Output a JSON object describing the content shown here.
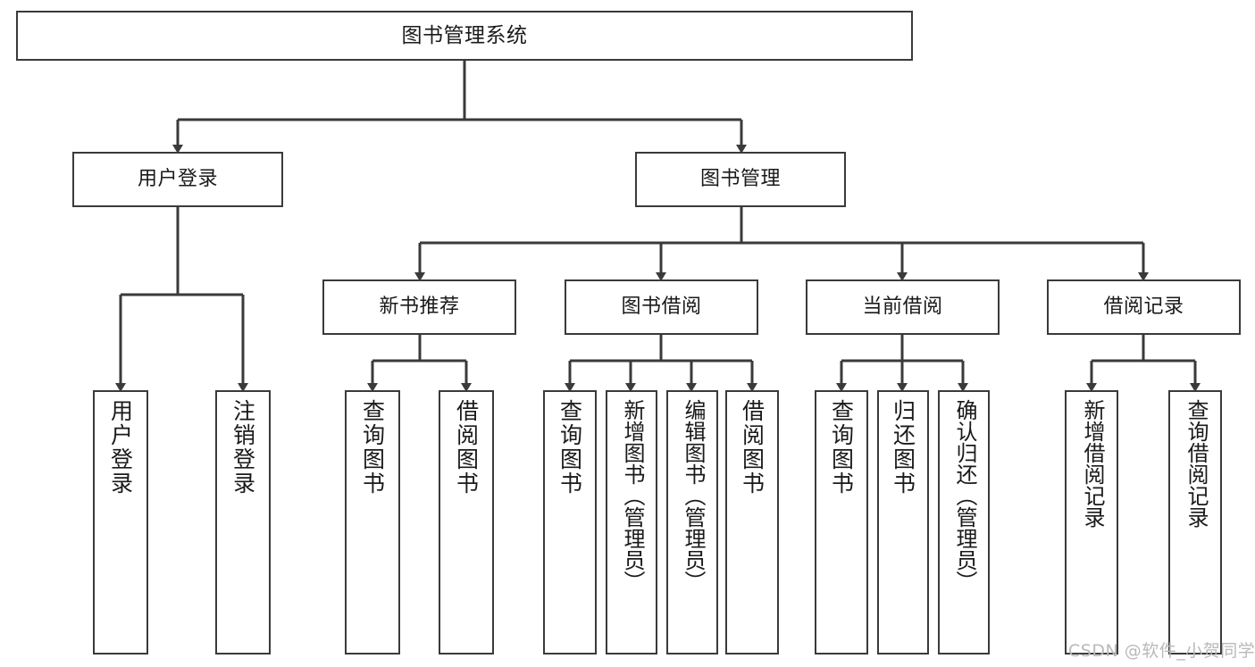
{
  "diagram": {
    "title": "图书管理系统",
    "type": "tree",
    "colors": {
      "node_border": "#3a3a3a",
      "node_fill": "#ffffff",
      "edge": "#3a3a3a",
      "background": "#ffffff",
      "watermark": "#b9b9b9"
    },
    "nodes": {
      "root": {
        "label": "图书管理系统"
      },
      "level1": [
        {
          "id": "user-login",
          "label": "用户登录"
        },
        {
          "id": "book-management",
          "label": "图书管理"
        }
      ],
      "level2": [
        {
          "id": "new-book-recommend",
          "label": "新书推荐"
        },
        {
          "id": "book-borrow",
          "label": "图书借阅"
        },
        {
          "id": "current-borrow",
          "label": "当前借阅"
        },
        {
          "id": "borrow-record",
          "label": "借阅记录"
        }
      ],
      "leaves": {
        "user-login": [
          {
            "id": "leaf-user-login",
            "label": "用户登录"
          },
          {
            "id": "leaf-logout",
            "label": "注销登录"
          }
        ],
        "new-book-recommend": [
          {
            "id": "leaf-query-book-1",
            "label": "查询图书"
          },
          {
            "id": "leaf-borrow-book-1",
            "label": "借阅图书"
          }
        ],
        "book-borrow": [
          {
            "id": "leaf-query-book-2",
            "label": "查询图书"
          },
          {
            "id": "leaf-add-book",
            "label": "新增图书（管理员）"
          },
          {
            "id": "leaf-edit-book",
            "label": "编辑图书（管理员）"
          },
          {
            "id": "leaf-borrow-book-2",
            "label": "借阅图书"
          }
        ],
        "current-borrow": [
          {
            "id": "leaf-query-book-3",
            "label": "查询图书"
          },
          {
            "id": "leaf-return-book",
            "label": "归还图书"
          },
          {
            "id": "leaf-confirm-return",
            "label": "确认归还（管理员）"
          }
        ],
        "borrow-record": [
          {
            "id": "leaf-add-record",
            "label": "新增借阅记录"
          },
          {
            "id": "leaf-query-record",
            "label": "查询借阅记录"
          }
        ]
      }
    },
    "watermark": "CSDN @软件_小贺同学"
  }
}
